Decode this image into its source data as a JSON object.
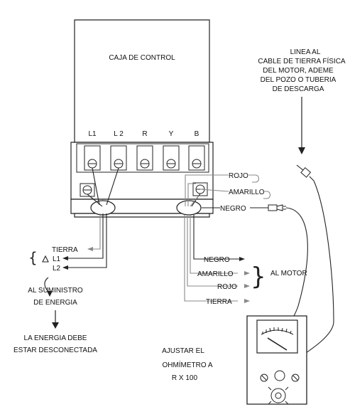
{
  "control_box": {
    "title": "CAJA DE CONTROL",
    "terminals": [
      "L1",
      "L 2",
      "R",
      "Y",
      "B"
    ]
  },
  "ground_note": {
    "lines": [
      "LINEA AL",
      "CABLE DE TIERRA FÍSICA",
      "DEL MOTOR, ADEME",
      "DEL POZO O TUBERIA",
      "DE DESCARGA"
    ]
  },
  "box_wires_right": {
    "rojo": "ROJO",
    "amarillo": "AMARILLO",
    "negro": "NEGRO"
  },
  "supply_wires": {
    "tierra": "TIERRA",
    "l1": "L1",
    "l2": "L2"
  },
  "supply_label": {
    "line1": "AL SUMINISTRO",
    "line2": "DE ENERGIA"
  },
  "warning": {
    "line1": "LA ENERGIA DEBE",
    "line2": "ESTAR DESCONECTADA"
  },
  "motor_wires": {
    "negro": "NEGRO",
    "amarillo": "AMARILLO",
    "rojo": "ROJO",
    "tierra": "TIERRA"
  },
  "motor_label": "AL MOTOR",
  "ohmmeter_note": {
    "line1": "AJUSTAR EL",
    "line2": "OHMÍMETRO A",
    "line3": "R X 100"
  }
}
